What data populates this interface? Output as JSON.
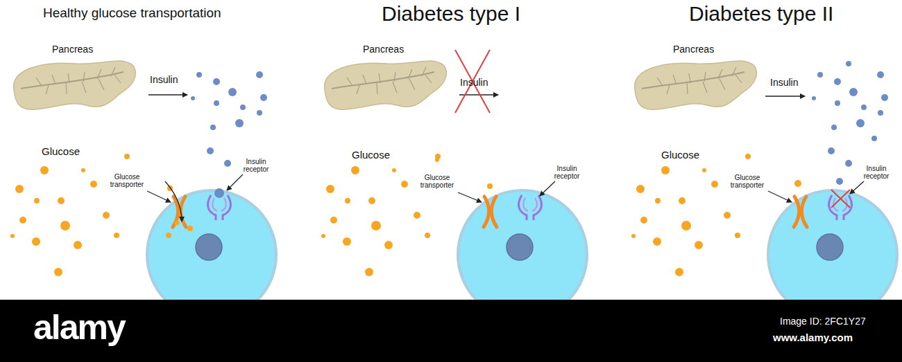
{
  "diagram": {
    "labels": [
      "Healthy glucose transportation",
      "Pancreas",
      "Insulin",
      "Glucose",
      "Glucose transporter",
      "Insulin receptor",
      "Diabetes type I",
      "Pancreas",
      "Insulin",
      "Glucose",
      "Glucose transporter",
      "Insulin receptor",
      "Diabetes type II",
      "Pancreas",
      "Insulin",
      "Glucose",
      "Glucose transporter",
      "Insulin receptor",
      "alamy",
      "Image ID: 2FC1Y27",
      "www.alamy.com"
    ]
  }
}
